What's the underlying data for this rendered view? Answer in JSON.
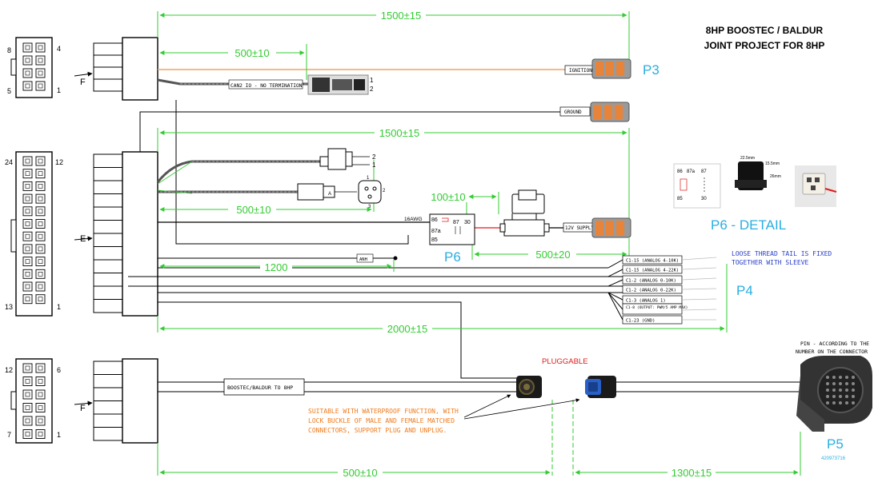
{
  "title": {
    "line1": "8HP BOOSTEC / BALDUR",
    "line2": "JOINT PROJECT FOR 8HP"
  },
  "dimensions": {
    "top_1500": "1500±15",
    "top_500": "500±10",
    "mid_1500": "1500±15",
    "mid_500": "500±10",
    "relay_100": "100±10",
    "fuse_500": "500±20",
    "len_1200": "1200",
    "len_2000": "2000±15",
    "bottom_500": "500±10",
    "bottom_1300": "1300±15"
  },
  "connector_F_top": {
    "side_label": "F",
    "pin_8": "8",
    "pin_4": "4",
    "pin_5": "5",
    "pin_1": "1"
  },
  "connector_E": {
    "side_label": "E",
    "pin_24": "24",
    "pin_12": "12",
    "pin_13": "13",
    "pin_1": "1"
  },
  "connector_F_bottom": {
    "side_label": "F",
    "pin_12": "12",
    "pin_6": "6",
    "pin_7": "7",
    "pin_1": "1"
  },
  "p3": {
    "label": "P3",
    "ignition": "IGNITION",
    "ground": "GROUND",
    "can_label": "CAN2 IO - NO TERMINATION",
    "can_pin1": "1",
    "can_pin2": "2"
  },
  "two_pin": {
    "pin2": "2",
    "pin1": "1"
  },
  "round_conn": {
    "pin_a": "1",
    "pin_b": "2",
    "pin_c": "3",
    "mark": "A"
  },
  "p6": {
    "label": "P6",
    "wire_gauge": "16AWG",
    "t86": "86",
    "t87": "87",
    "t30": "30",
    "t87a": "87a",
    "t85": "85",
    "supply": "12V SUPPLY",
    "anh": "ANH",
    "detail_label": "P6 - DETAIL",
    "detail_86": "86",
    "detail_87a": "87a",
    "detail_87": "87",
    "detail_85": "85",
    "detail_30": "30",
    "detail_dim1": "22.5mm",
    "detail_dim2": "15.5mm",
    "detail_dim3": "26mm"
  },
  "p4": {
    "label": "P4",
    "note_line1": "LOOSE THREAD TAIL IS FIXED",
    "note_line2": "TOGETHER WITH SLEEVE",
    "tags": [
      "C1-15 (ANALOG 4-10K)",
      "C1-15 (ANALOG 4-22K)",
      "C1-2 (ANALOG 0-10K)",
      "C1-2 (ANALOG 0-22K)",
      "C1-3 (ANALOG 1)",
      "C1-8 (OUTPUT: PWM/5 AMP MAX)",
      "C1-23 (GND)"
    ]
  },
  "bottom": {
    "cable_label": "BOOSTEC/BALDUR TO 8HP",
    "pluggable": "PLUGGABLE",
    "note_line1": "SUITABLE WITH WATERPROOF FUNCTION, WITH",
    "note_line2": "LOCK BUCKLE OF MALE AND FEMALE MATCHED",
    "note_line3": "CONNECTORS, SUPPORT PLUG AND UNPLUG."
  },
  "p5": {
    "label": "P5",
    "part_number": "420973716",
    "pin_note_line1": "PIN - ACCORDING TO THE",
    "pin_note_line2": "NUMBER ON THE CONNECTOR"
  },
  "colors": {
    "dim_green": "#33cc33",
    "cyan_label": "#29aee0",
    "red_text": "#e01b1b",
    "orange_text": "#f07a1a",
    "blue_text": "#2a3fc8",
    "ignition_wire": "#f4a460",
    "connector_orange": "#e8833a"
  }
}
